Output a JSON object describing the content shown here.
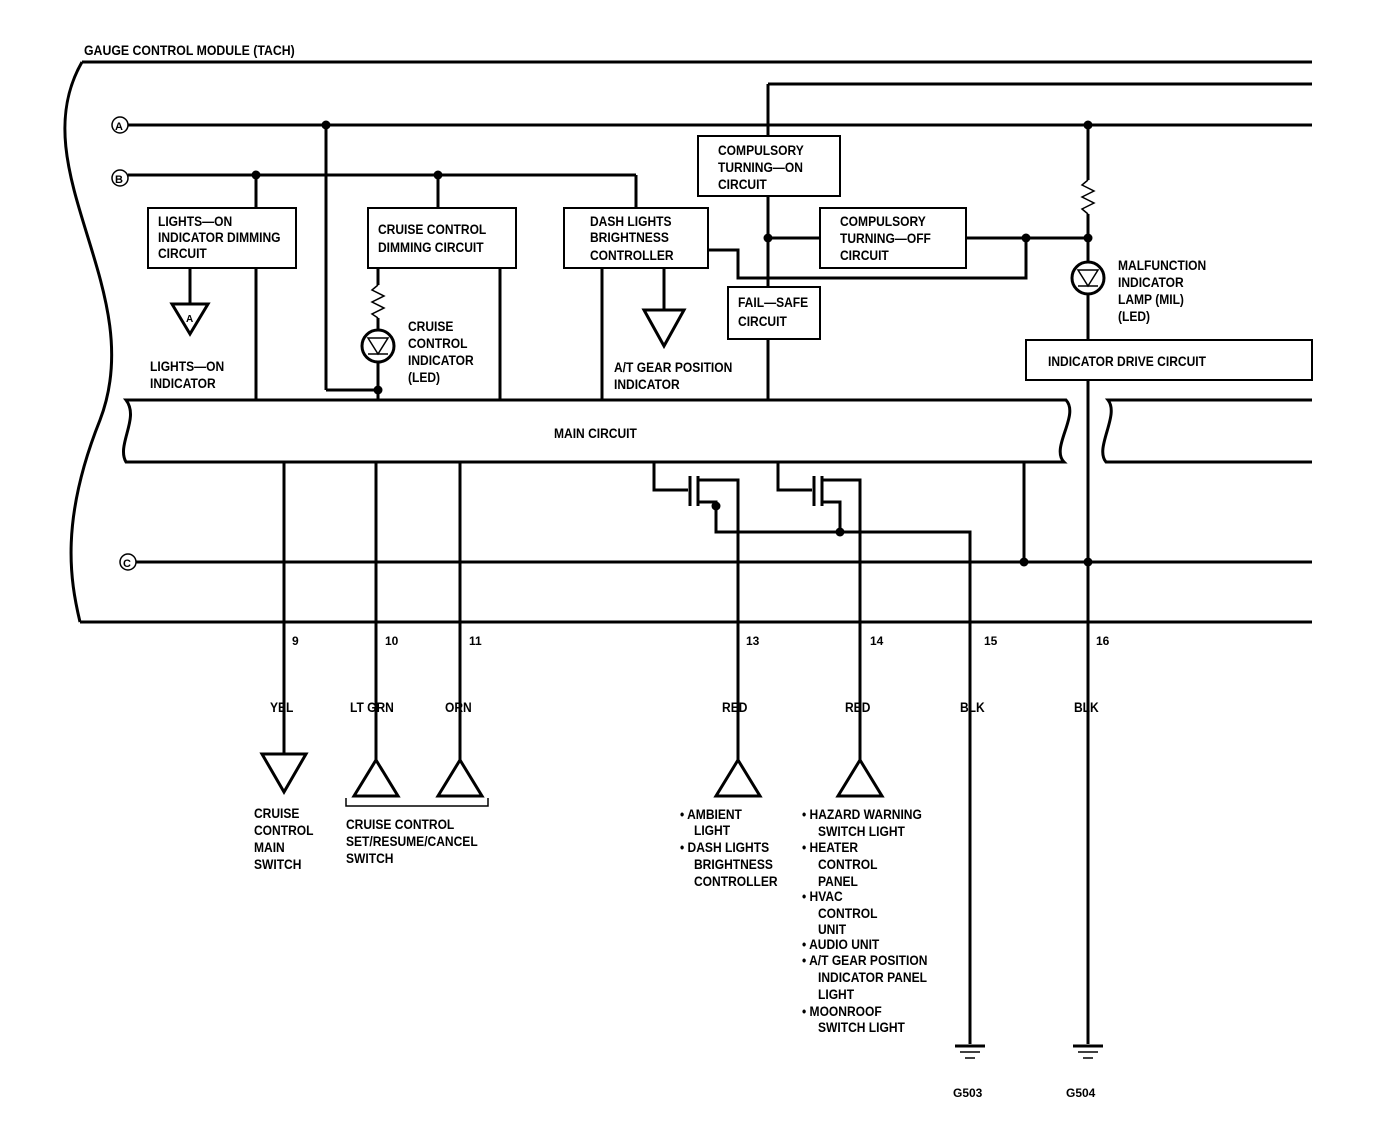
{
  "module_title": "GAUGE CONTROL MODULE (TACH)",
  "buses": {
    "a": "A",
    "b": "B",
    "c": "C"
  },
  "blocks": {
    "lights_on_dimming": [
      "LIGHTS—ON",
      "INDICATOR DIMMING",
      "CIRCUIT"
    ],
    "cruise_dimming": [
      "CRUISE CONTROL",
      "DIMMING CIRCUIT"
    ],
    "dash_brightness": [
      "DASH LIGHTS",
      "BRIGHTNESS",
      "CONTROLLER"
    ],
    "compulsory_on": [
      "COMPULSORY",
      "TURNING—ON",
      "CIRCUIT"
    ],
    "compulsory_off": [
      "COMPULSORY",
      "TURNING—OFF",
      "CIRCUIT"
    ],
    "fail_safe": [
      "FAIL—SAFE",
      "CIRCUIT"
    ],
    "indicator_drive": "INDICATOR DRIVE CIRCUIT",
    "main_circuit": "MAIN CIRCUIT"
  },
  "indicators": {
    "lights_on_symbol": "A",
    "lights_on": [
      "LIGHTS—ON",
      "INDICATOR"
    ],
    "cruise_led": [
      "CRUISE",
      "CONTROL",
      "INDICATOR",
      "(LED)"
    ],
    "at_gear": [
      "A/T GEAR POSITION",
      "INDICATOR"
    ],
    "mil": [
      "MALFUNCTION",
      "INDICATOR",
      "LAMP (MIL)",
      "(LED)"
    ]
  },
  "pins": [
    {
      "number": "9",
      "wire": "YEL"
    },
    {
      "number": "10",
      "wire": "LT GRN"
    },
    {
      "number": "11",
      "wire": "ORN"
    },
    {
      "number": "13",
      "wire": "RED"
    },
    {
      "number": "14",
      "wire": "RED"
    },
    {
      "number": "15",
      "wire": "BLK"
    },
    {
      "number": "16",
      "wire": "BLK"
    }
  ],
  "destinations": {
    "cruise_main": [
      "CRUISE",
      "CONTROL",
      "MAIN",
      "SWITCH"
    ],
    "cruise_set": [
      "CRUISE CONTROL",
      "SET/RESUME/CANCEL",
      "SWITCH"
    ],
    "ambient": [
      "• AMBIENT",
      "LIGHT",
      "• DASH LIGHTS",
      "BRIGHTNESS",
      "CONTROLLER"
    ],
    "hazard": [
      "• HAZARD WARNING",
      "SWITCH LIGHT",
      "• HEATER",
      "CONTROL",
      "PANEL",
      "• HVAC",
      "CONTROL",
      "UNIT",
      "• AUDIO UNIT",
      "• A/T GEAR POSITION",
      "INDICATOR PANEL",
      "LIGHT",
      "• MOONROOF",
      "SWITCH LIGHT"
    ]
  },
  "grounds": {
    "g503": "G503",
    "g504": "G504"
  }
}
